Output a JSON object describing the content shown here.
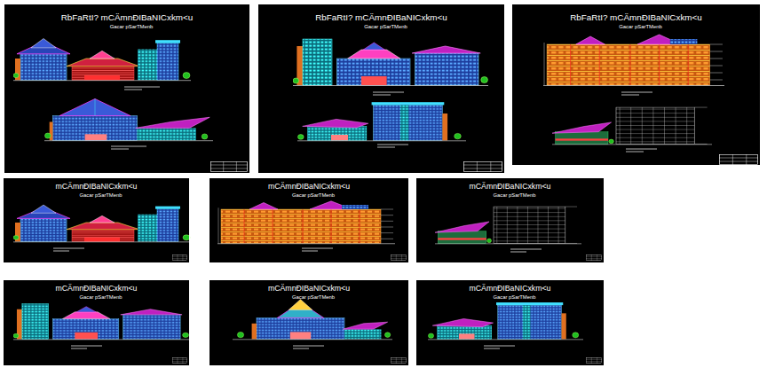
{
  "diagram": {
    "nodes": [
      {
        "text": [
          "RbFaRtI? mCÄmnÐIBaNICxkm<u",
          "Gacar pSarTMenb"
        ]
      },
      {
        "text": [
          "RbFaRtI? mCÄmnÐIBaNICxkm<u",
          "Gacar pSarTMenb"
        ]
      },
      {
        "text": [
          "RbFaRtI? mCÄmnÐIBaNICxkm<u",
          "Gacar pSarTMenb"
        ]
      },
      {
        "text": [
          "mCÄmnÐIBaNICxkm<u",
          "Gacar pSarTMenb"
        ]
      },
      {
        "text": [
          "mCÄmnÐIBaNICxkm<u",
          "Gacar pSarTMenb"
        ]
      },
      {
        "text": [
          "mCÄmnÐIBaNICxkm<u",
          "Gacar pSarTMenb"
        ]
      },
      {
        "text": [
          "mCÄmnÐIBaNICxkm<u",
          "Gacar pSarTMenb"
        ]
      },
      {
        "text": [
          "mCÄmnÐIBaNICxkm<u",
          "Gacar pSarTMenb"
        ]
      },
      {
        "text": [
          "mCÄmnÐIBaNICxkm<u",
          "Gacar pSarTMenb"
        ]
      }
    ]
  }
}
